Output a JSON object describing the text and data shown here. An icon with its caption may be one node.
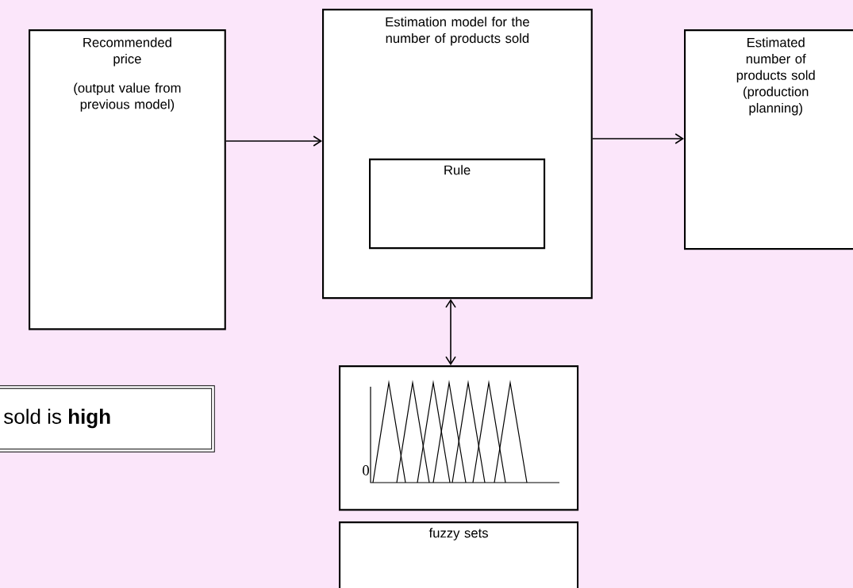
{
  "diagram": {
    "nodes": [
      {
        "text": [
          "Recommended price",
          "(output value from previous model)"
        ]
      },
      {
        "text": [
          "Estimation model for the number of products sold"
        ]
      },
      {
        "text": [
          "Rule"
        ],
        "in": 1
      },
      {
        "text": [
          "Estimated number of products sold (production planning)"
        ]
      },
      {
        "text": [
          "0"
        ]
      },
      {
        "text": [
          "fuzzy sets"
        ]
      },
      {
        "text": [
          "sold is **high**"
        ]
      }
    ],
    "edges": [
      {
        "from": 0,
        "to": 1,
        "arrow": "to"
      },
      {
        "from": 1,
        "to": 3,
        "arrow": "to"
      },
      {
        "from": 1,
        "to": 4,
        "arrow": "both"
      }
    ]
  }
}
